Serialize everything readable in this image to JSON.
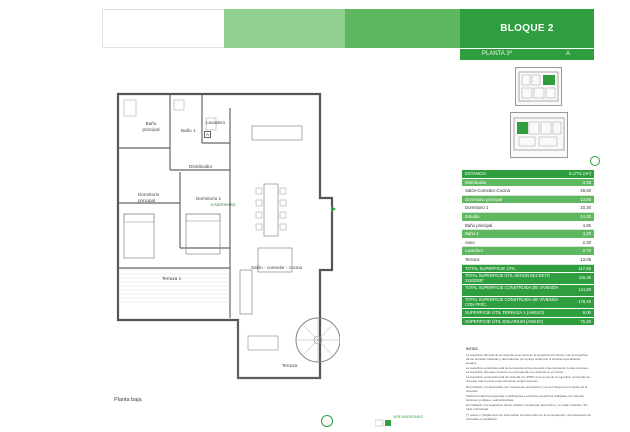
{
  "header": {
    "bloque": "BLOQUE 2",
    "planta": "PLANTA 3ª",
    "letra": "A"
  },
  "plan": {
    "rooms": {
      "bano_principal": "Baño principal",
      "bano1": "Baño 1",
      "lavadero": "Lavadero",
      "distribuidor": "Distribuidor",
      "dormitorio_principal": "Dormitorio principal",
      "dormitorio1": "Dormitorio 1",
      "salon": "Salón - comedor - cocina",
      "terraza1": "Terraza 1",
      "terraza": "Terraza",
      "a_label": "A"
    },
    "planta_baja": "Planta baja",
    "watermark": "v.sarmiento"
  },
  "table": {
    "head_left": "ESTANCIA",
    "head_right": "S.ÚTIL (m²)",
    "rooms": [
      {
        "name": "Distribuidor",
        "value": "3,30"
      },
      {
        "name": "Salón-Comedor-Cocina",
        "value": "48,60"
      },
      {
        "name": "Dormitorio principal",
        "value": "13,60"
      },
      {
        "name": "Dormitorio 1",
        "value": "10,30"
      },
      {
        "name": "Estudio",
        "value": "14,30"
      },
      {
        "name": "Baño principal",
        "value": "4,85"
      },
      {
        "name": "Baño 1",
        "value": "4,20"
      },
      {
        "name": "Aseo",
        "value": "2,30"
      },
      {
        "name": "Lavadero",
        "value": "2,75"
      },
      {
        "name": "Terraza",
        "value": "13,05"
      }
    ],
    "totals": [
      {
        "name": "TOTAL SUPERFICIE ÚTIL",
        "value": "117,65",
        "lines": 1
      },
      {
        "name": "TOTAL SUPERFICIE ÚTIL SEGÚN DECRETO 218/2005*",
        "value": "115,26",
        "lines": 2
      },
      {
        "name": "TOTAL SUPERFICIE CONSTRUIDA DE VIVIENDA",
        "value": "141,80",
        "lines": 2
      },
      {
        "name": "TOTAL SUPERFICIE CONSTRUIDA DE VIVIENDA CON PPZC.",
        "value": "178,46",
        "lines": 2
      },
      {
        "name": "SUPERFICIE ÚTIL TERRAZA 1 (ANEJO)",
        "value": "9,00",
        "lines": 1
      },
      {
        "name": "SUPERFICIE ÚTIL SOLARIUM (ANEJO)",
        "value": "76,30",
        "lines": 1
      }
    ]
  },
  "notes": {
    "title": "NOTAS",
    "paragraphs": [
      "La superficie útil total de la vivienda es la suma de la superficie útil interior más la superficie útil de terrazas cubiertas y descubiertas (no incluye solariums ni terrazas descubiertas anejas).",
      "La superficie construida total de la vivienda incluye la parte proporcional de zonas comunes. La superficie útil según decreto se corresponde a lo definido en el mismo.",
      "La superficie construida total de vivienda con PPZC es la suma de la superficie construida de vivienda más la parte proporcional de zonas comunes.",
      "El mobiliario y la decoración son meramente orientativos y no se incluyen en el precio de la vivienda.",
      "Podrán producirse pequeñas modificaciones sobre las superficies reflejadas por razones técnicas, jurídicas o administrativas.",
      "El mobiliario y la vegetación tienen carácter meramente decorativo y no están incluidos. Sin valor contractual.",
      "(*) Anexo 1. Reglamento de información al consumidor en la compraventa y arrendamiento de viviendas en Andalucía."
    ]
  },
  "footer": {
    "badge": "VER INVENTARIO"
  }
}
